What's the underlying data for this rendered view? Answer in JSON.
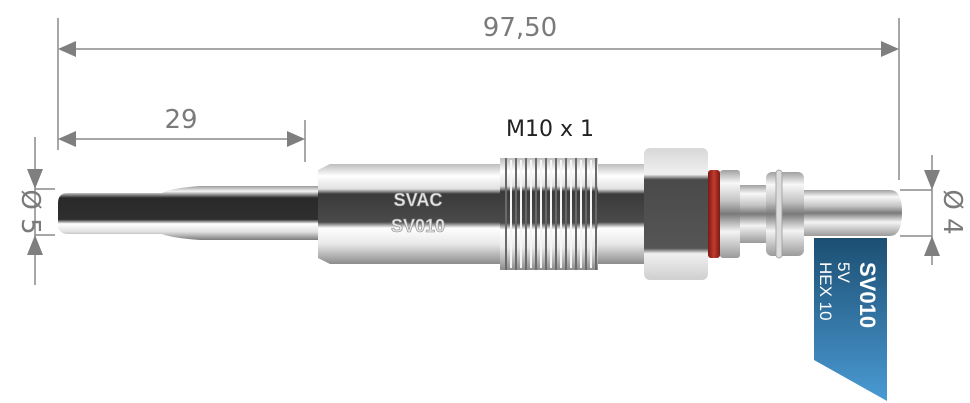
{
  "diagram": {
    "subject": "Glow plug technical drawing",
    "dimensions": {
      "overall_length": "97,50",
      "tip_length": "29",
      "thread": "M10 x 1",
      "tip_diameter": "Ø 5",
      "terminal_diameter": "Ø 4"
    },
    "body_marking": {
      "brand": "SVAC",
      "part_number": "SV010"
    },
    "tag": {
      "part_number": "SV010",
      "voltage": "5V",
      "hex": "HEX 10"
    },
    "colors": {
      "dimension_line": "#8a8a8a",
      "tag_top": "#1c4f72",
      "tag_bottom": "#4a9ad4",
      "seal_ring": "#a8261e",
      "metal_dark": "#3d3d3d",
      "metal_light": "#f2f2f2"
    }
  }
}
